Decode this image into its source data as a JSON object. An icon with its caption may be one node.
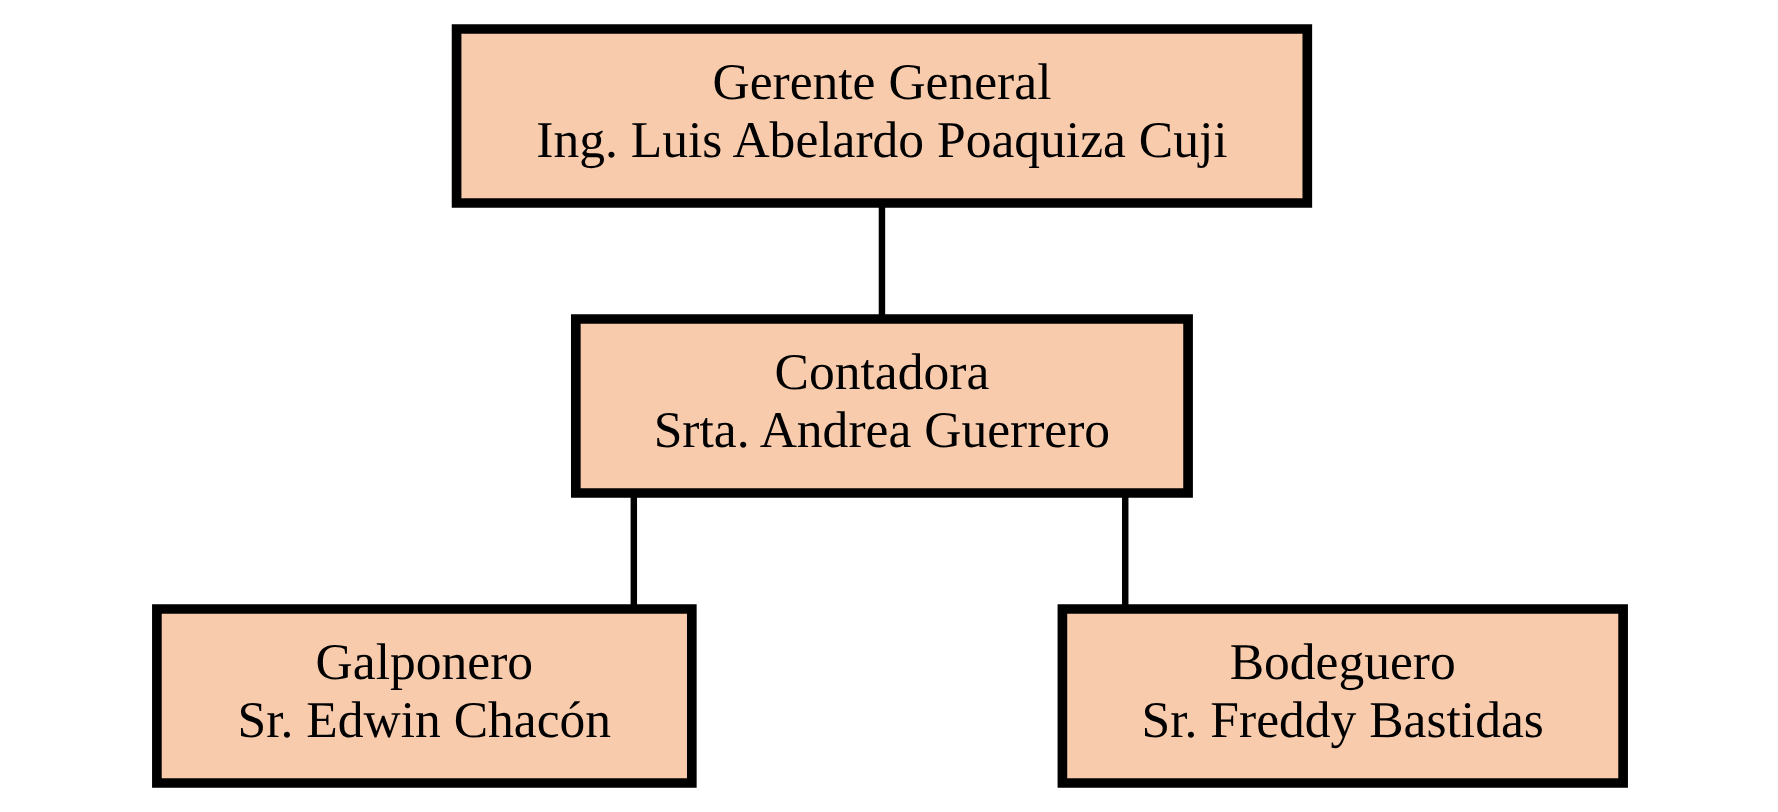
{
  "diagram": {
    "nodes": [
      {
        "text": [
          "Gerente General",
          "Ing. Luis Abelardo Poaquiza Cuji"
        ]
      },
      {
        "text": [
          "Contadora",
          "Srta. Andrea Guerrero"
        ]
      },
      {
        "text": [
          "Galponero",
          "Sr. Edwin Chacón"
        ]
      },
      {
        "text": [
          "Bodeguero",
          "Sr. Freddy Bastidas"
        ]
      }
    ],
    "edges": [
      {
        "from": 0,
        "to": 1,
        "arrow": "none"
      },
      {
        "from": 1,
        "to": 2,
        "arrow": "none"
      },
      {
        "from": 1,
        "to": 3,
        "arrow": "none"
      }
    ]
  }
}
